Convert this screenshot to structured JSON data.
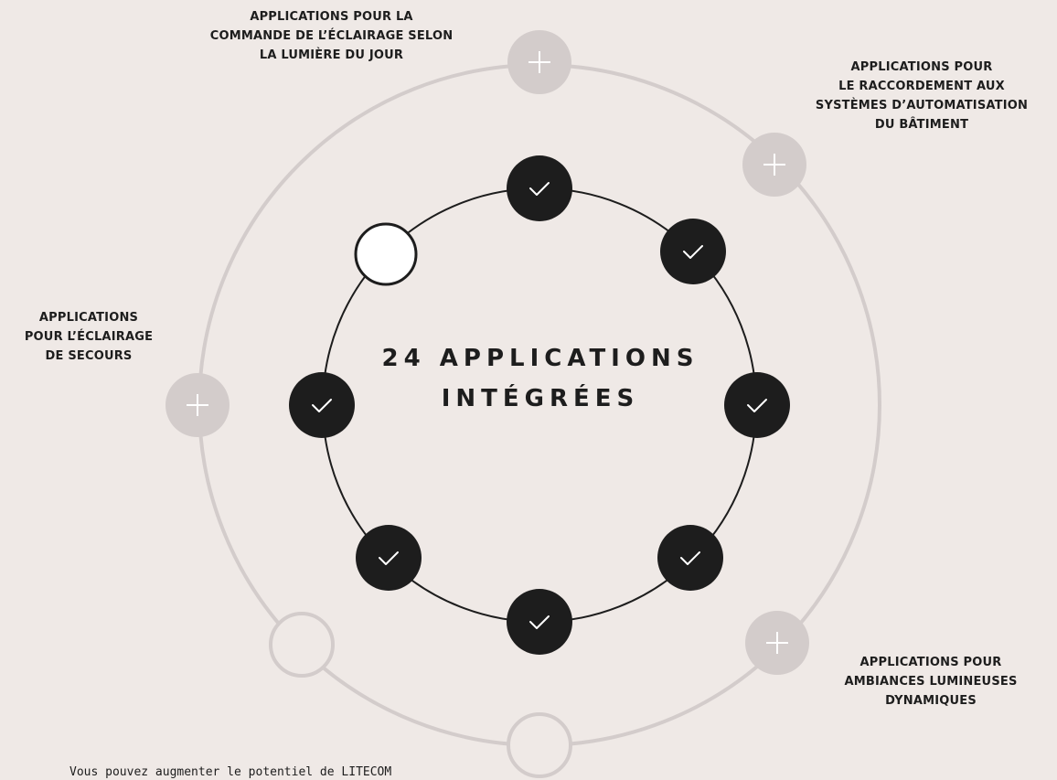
{
  "center_title": {
    "line1": "24 APPLICATIONS",
    "line2": "INTÉGRÉES"
  },
  "labels": {
    "daylight": [
      "APPLICATIONS POUR LA",
      "COMMANDE DE L’ÉCLAIRAGE SELON",
      "LA LUMIÈRE DU JOUR"
    ],
    "building": [
      "APPLICATIONS POUR",
      "LE RACCORDEMENT AUX",
      "SYSTÈMES D’AUTOMATISATION",
      "DU BÂTIMENT"
    ],
    "emergency": [
      "APPLICATIONS",
      "POUR L’ÉCLAIRAGE",
      "DE SECOURS"
    ],
    "dynamic": [
      "APPLICATIONS POUR",
      "AMBIANCES LUMINEUSES",
      "DYNAMIQUES"
    ]
  },
  "footer_note": "Vous pouvez augmenter le potentiel de LITECOM",
  "colors": {
    "background": "#efe9e6",
    "dark": "#1d1d1d",
    "light_ring": "#d3cccb",
    "white": "#ffffff"
  },
  "icons": {
    "included": "check-icon",
    "extension": "plus-icon"
  }
}
